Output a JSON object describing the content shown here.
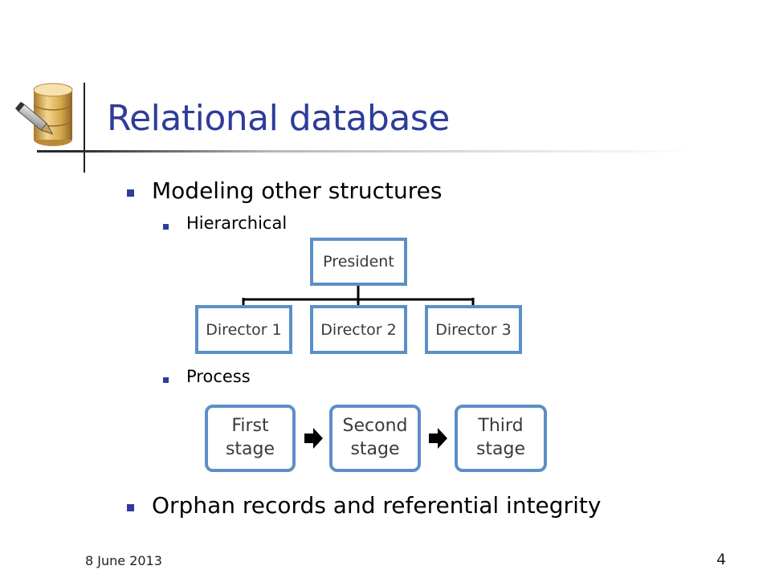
{
  "title": "Relational database",
  "bullets": {
    "modeling": "Modeling other structures",
    "hierarchical": "Hierarchical",
    "process": "Process",
    "orphan": "Orphan records and referential integrity"
  },
  "org_chart": {
    "top": "President",
    "children": [
      "Director 1",
      "Director 2",
      "Director 3"
    ]
  },
  "process_flow": {
    "stages": [
      {
        "line1": "First",
        "line2": "stage"
      },
      {
        "line1": "Second",
        "line2": "stage"
      },
      {
        "line1": "Third",
        "line2": "stage"
      }
    ]
  },
  "footer": {
    "date": "8 June 2013",
    "page_number": "4"
  },
  "colors": {
    "title": "#2e3d99",
    "box_border": "#5b8fc7",
    "bullet": "#2e3d99"
  },
  "icons": {
    "logo": "database-pen-icon",
    "arrow": "arrow-right-icon"
  }
}
